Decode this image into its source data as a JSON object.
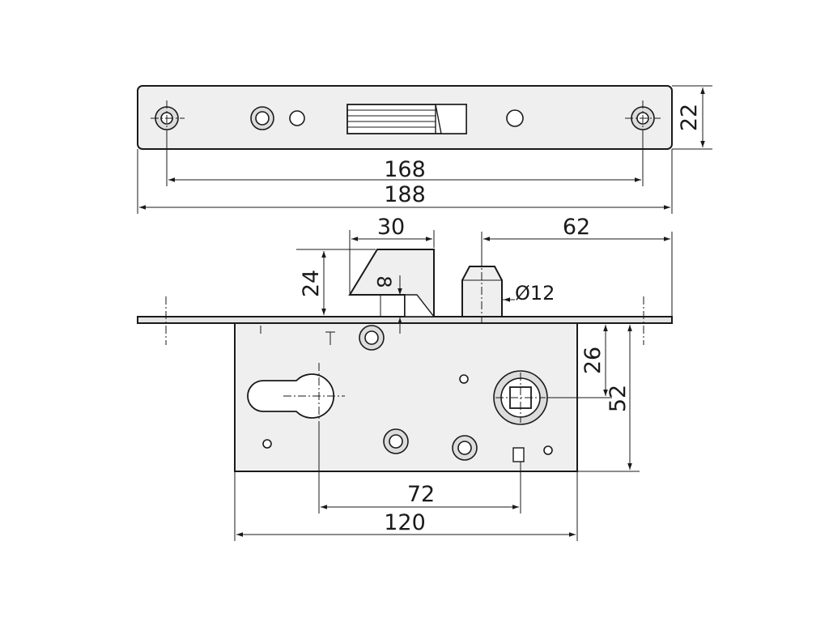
{
  "diagram": {
    "dimensions": {
      "faceplate_hole_spacing": "168",
      "faceplate_length": "188",
      "faceplate_width": "22",
      "latch_width": "30",
      "bolt_offset": "62",
      "latch_projection": "24",
      "latch_gap": "8",
      "bolt_diameter": "Ø12",
      "spindle_from_face": "26",
      "body_height": "52",
      "centre_distance": "72",
      "body_length": "120"
    },
    "colors": {
      "line": "#1a1a1a",
      "fill": "#efefef",
      "background": "#ffffff"
    }
  }
}
